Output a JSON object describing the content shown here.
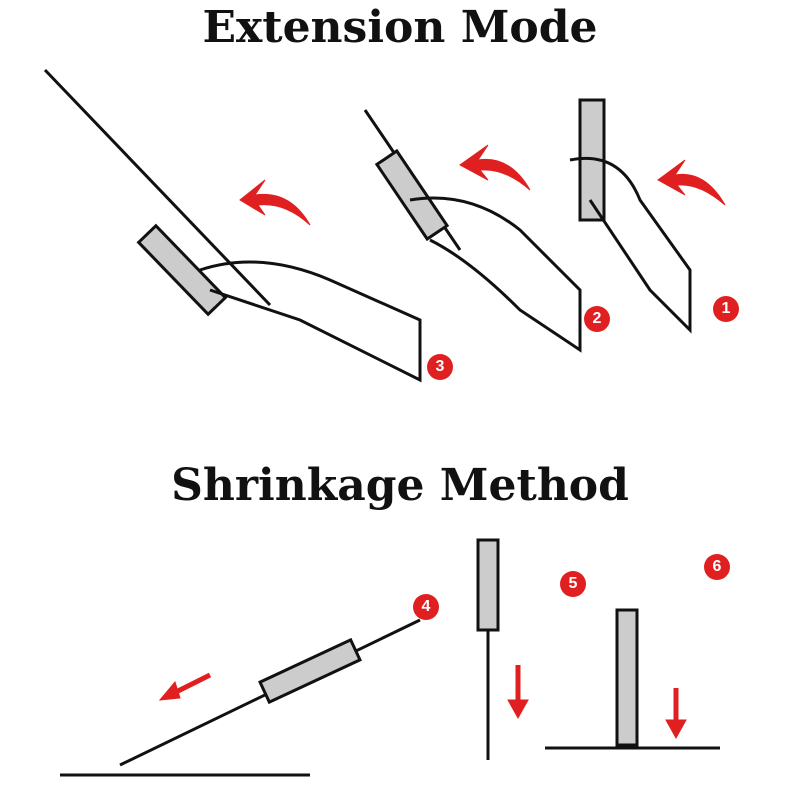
{
  "titles": {
    "extension": "Extension Mode",
    "shrinkage": "Shrinkage Method"
  },
  "steps": [
    "1",
    "2",
    "3",
    "4",
    "5",
    "6"
  ],
  "colors": {
    "accent": "#e02020",
    "ink": "#111111"
  }
}
